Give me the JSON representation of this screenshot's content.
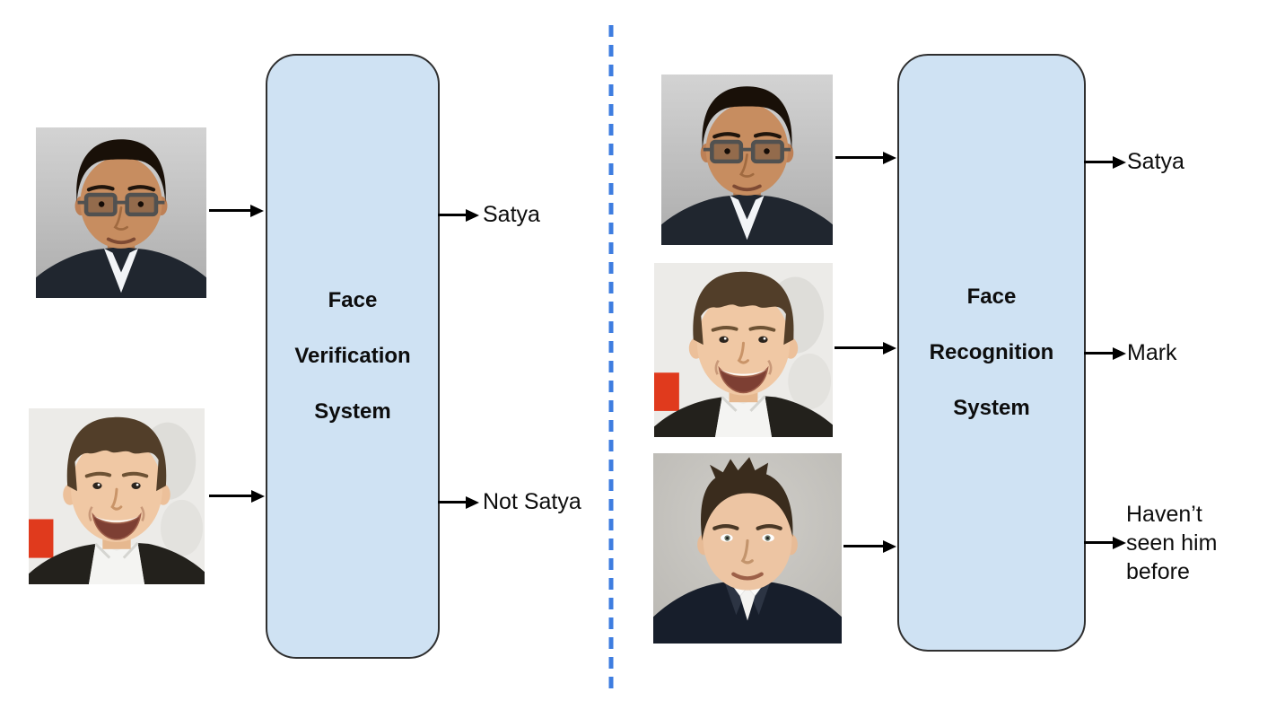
{
  "colors": {
    "background": "#ffffff",
    "box_fill": "#cfe2f3",
    "box_border": "#2f2f2f",
    "divider": "#3e7de0",
    "arrow": "#000000"
  },
  "left": {
    "box_lines": [
      "Face",
      "Verification",
      "System"
    ],
    "photos": [
      {
        "subject": "satya"
      },
      {
        "subject": "mark"
      }
    ],
    "outputs": [
      {
        "label": "Satya"
      },
      {
        "label": "Not Satya"
      }
    ]
  },
  "right": {
    "box_lines": [
      "Face",
      "Recognition",
      "System"
    ],
    "photos": [
      {
        "subject": "satya"
      },
      {
        "subject": "mark"
      },
      {
        "subject": "elon"
      }
    ],
    "outputs": [
      {
        "label": "Satya"
      },
      {
        "label": "Mark"
      },
      {
        "label": "Haven’t seen him before"
      }
    ]
  }
}
